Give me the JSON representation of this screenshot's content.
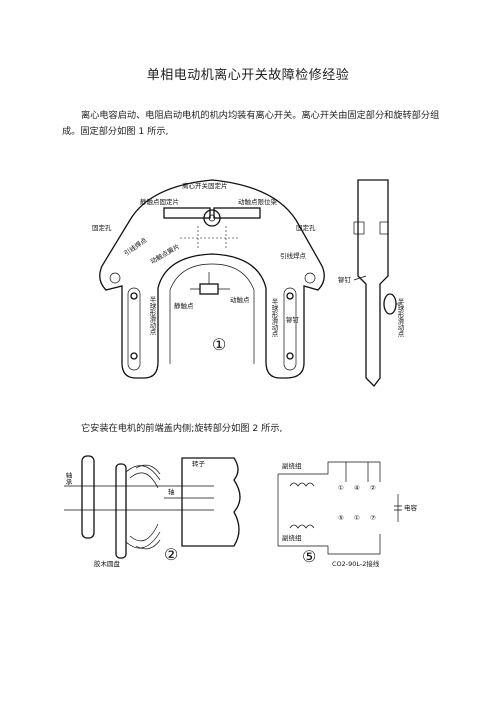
{
  "document": {
    "title": "单相电动机离心开关故障检修经验",
    "paragraph1": "离心电容启动、电阻启动电机的机内均装有离心开关。离心开关由固定部分和旋转部分组成。固定部分如图 1 所示,",
    "paragraph2": "它安装在电机的前端盖内侧;旋转部分如图 2 所示,"
  },
  "figure1": {
    "labels": {
      "top": "离心开关固定片",
      "static_fix": "静触点固定片",
      "limit": "动触点限位架",
      "fix_left": "固定孔",
      "fix_right": "固定孔",
      "lead_left": "引线焊点",
      "spring": "动触点簧片",
      "lead_right": "引线焊点",
      "static": "静触点",
      "moving": "动触点",
      "ball_left": "半球形滑动点",
      "ball_right": "半球形滑动点",
      "rivet": "铆钉",
      "number": "①"
    }
  },
  "figure1_side": {
    "labels": {
      "rivet": "铆钉",
      "ball": "半球形滑动点"
    }
  },
  "figure2": {
    "labels": {
      "bearing": "轴承",
      "rotor": "转子",
      "shaft": "轴",
      "disk": "胶木圆盘",
      "number": "②"
    }
  },
  "figure5": {
    "labels": {
      "top_coil": "副绕组",
      "bottom_coil": "副绕组",
      "terminals_top": [
        "①",
        "④",
        "②"
      ],
      "terminals_bottom": [
        "⑤",
        "①",
        "⑦"
      ],
      "cap": "电容",
      "model": "CO2-90L-2接线",
      "number": "⑤"
    }
  }
}
